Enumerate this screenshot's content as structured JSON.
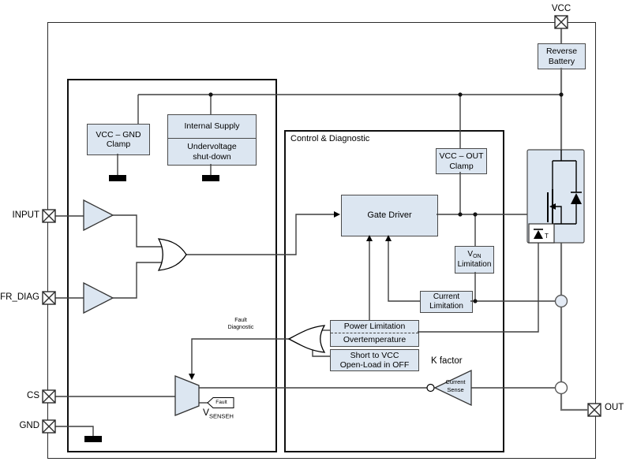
{
  "pins": {
    "vcc": "VCC",
    "input": "INPUT",
    "fr_diag": "FR_DIAG",
    "cs": "CS",
    "gnd": "GND",
    "out": "OUT"
  },
  "blocks": {
    "reverse_battery_1": "Reverse",
    "reverse_battery_2": "Battery",
    "vcc_gnd_clamp_1": "VCC – GND",
    "vcc_gnd_clamp_2": "Clamp",
    "internal_supply": "Internal Supply",
    "undervoltage_1": "Undervoltage",
    "undervoltage_2": "shut-down",
    "control_diagnostic": "Control & Diagnostic",
    "vcc_out_clamp_1": "VCC – OUT",
    "vcc_out_clamp_2": "Clamp",
    "gate_driver": "Gate Driver",
    "von_v": "V",
    "von_sub": "ON",
    "von_2": "Limitation",
    "current_limitation_1": "Current",
    "current_limitation_2": "Limitation",
    "power_limitation": "Power Limitation",
    "overtemperature": "Overtemperature",
    "short_to_vcc": "Short to VCC",
    "open_load": "Open-Load in OFF",
    "current_sense_1": "Current",
    "current_sense_2": "Sense"
  },
  "labels": {
    "fault_diag_1": "Fault",
    "fault_diag_2": "Diagnostic",
    "k_factor": "K factor",
    "fault_flag": "Fault",
    "vsense_v": "V",
    "vsense_sub": "SENSEH",
    "t_sensor": "T"
  },
  "colors": {
    "block_fill": "#dce6f1",
    "wire": "#3f3f3f",
    "power_wire": "#707070",
    "box_border": "#0f0f0f"
  }
}
